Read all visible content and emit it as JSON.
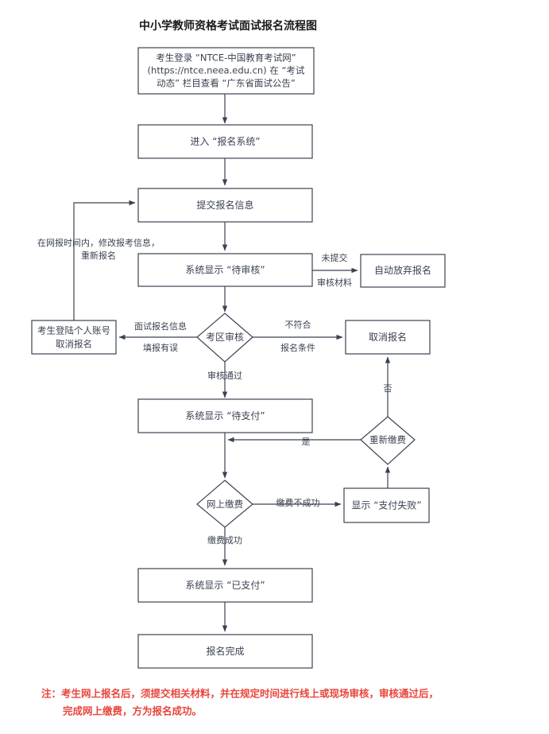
{
  "document": {
    "title": "中小学教师资格考试面试报名流程图",
    "note_lines": [
      "注：考生网上报名后，须提交相关材料，并在规定时间进行线上或现场审核，审核通过后，",
      "完成网上缴费，方为报名成功。"
    ],
    "note_color": "#e8453c",
    "line_color": "#3b4252"
  },
  "nodes": {
    "login": {
      "type": "process",
      "lines": [
        "考生登录 “NTCE-中国教育考试网”",
        "(https://ntce.neea.edu.cn) 在 “考试",
        "动态” 栏目查看 “广东省面试公告”"
      ]
    },
    "enter_system": {
      "type": "process",
      "label": "进入 “报名系统”"
    },
    "submit_info": {
      "type": "process",
      "label": "提交报名信息"
    },
    "pending_review": {
      "type": "process",
      "label": "系统显示 “待审核”"
    },
    "auto_abandon": {
      "type": "process",
      "label": "自动放弃报名"
    },
    "exam_area_review": {
      "type": "decision",
      "label": "考区审核"
    },
    "cancel_by_self": {
      "type": "process",
      "lines": [
        "考生登陆个人账号",
        "取消报名"
      ]
    },
    "cancel_registration": {
      "type": "process",
      "label": "取消报名"
    },
    "pending_payment": {
      "type": "process",
      "label": "系统显示 “待支付”"
    },
    "repay": {
      "type": "decision",
      "label": "重新缴费"
    },
    "online_payment": {
      "type": "decision",
      "label": "网上缴费"
    },
    "payment_failed": {
      "type": "process",
      "label": "显示 “支付失败”"
    },
    "paid": {
      "type": "process",
      "label": "系统显示 “已支付”"
    },
    "complete": {
      "type": "process",
      "label": "报名完成"
    }
  },
  "edge_labels": {
    "modify_resubmit_line1": "在网报时间内，修改报考信息，",
    "modify_resubmit_line2": "重新报名",
    "not_submitted_line1": "未提交",
    "not_submitted_line2": "审核材料",
    "info_wrong_line1": "面试报名信息",
    "info_wrong_line2": "填报有误",
    "not_qualified_line1": "不符合",
    "not_qualified_line2": "报名条件",
    "review_passed": "审核通过",
    "repay_no": "否",
    "repay_yes": "是",
    "payment_failed_label": "缴费不成功",
    "payment_success_label": "缴费成功"
  }
}
